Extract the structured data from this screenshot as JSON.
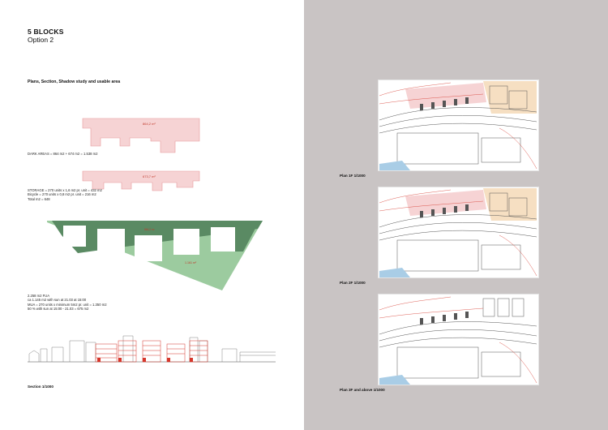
{
  "header": {
    "title": "5 BLOCKS",
    "subtitle": "Option 2",
    "section_heading": "Plans, Section, Shadow study and usable area"
  },
  "diagrams": {
    "dark_area_1_label": "864,2 m²",
    "dark_area_2_label": "673,7 m²",
    "shadow_dark_label": "864,2 m²",
    "shadow_light_label": "1.161 m²"
  },
  "notes": {
    "dark_areas": "DARK AREAS = 864 m2 + 674 m2 = 1.538 m2",
    "storage_1": "STORAGE = 270 units x 1,6 m2 pr. unit = 432 m2",
    "storage_2": "Bicycle = 270 units x 0,8 m2 pr. unit = 216 m2",
    "storage_3": "Total m2 = 648",
    "fua_1": "2.258 m2 FUA",
    "fua_2": "ca 1.145 m2 with sun at 21.03 at 15:00",
    "fua_3": "MUA = 270 units x minimum 5m2 pr. unit = 1.350 m2",
    "fua_4": "50 % with sun at 15:00 - 21.03 = 675 m2"
  },
  "captions": {
    "section": "Section 1/1000",
    "plan_1": "Plan 1F 1/1000",
    "plan_2": "Plan 2F 1/1000",
    "plan_3": "Plan 3F and above 1/1000"
  },
  "colors": {
    "right_background": "#c9c4c4",
    "pink_fill": "#f6d3d4",
    "pink_stroke": "#e79a9c",
    "dark_green": "#5a8a63",
    "light_green": "#9ccb9f",
    "beige": "#f6dfc2",
    "red_accent": "#d6362b",
    "blue_water": "#a9cde6"
  }
}
